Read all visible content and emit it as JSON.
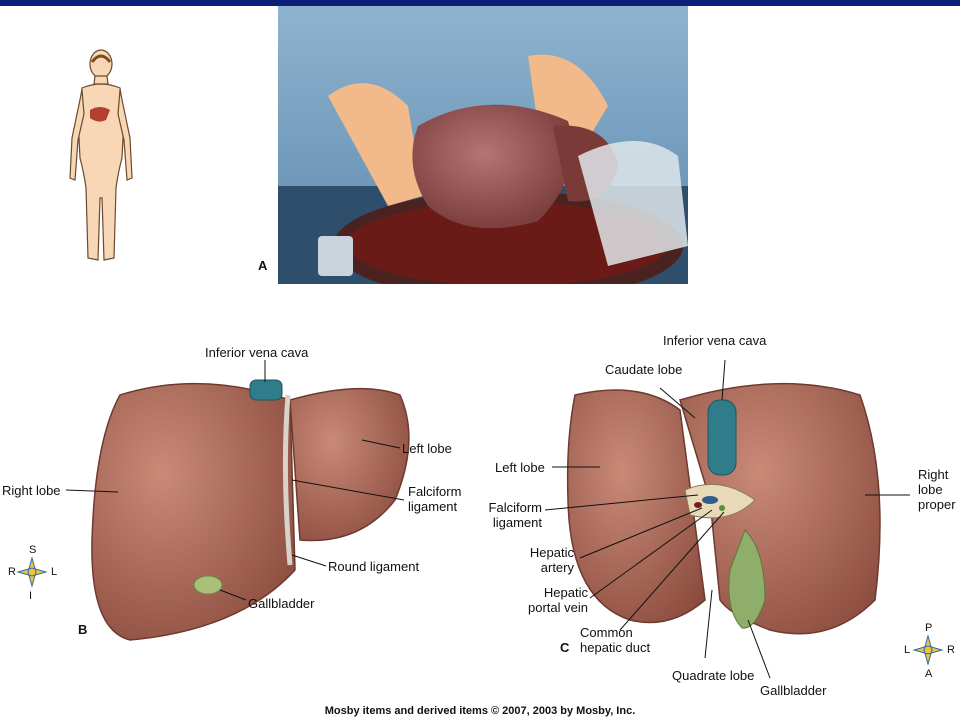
{
  "panels": {
    "a": "A",
    "b": "B",
    "c": "C"
  },
  "diagram_b": {
    "inferior_vena_cava": "Inferior vena cava",
    "left_lobe": "Left lobe",
    "right_lobe": "Right lobe",
    "falciform_ligament": "Falciform ligament",
    "round_ligament": "Round ligament",
    "gallbladder": "Gallbladder",
    "compass": {
      "top": "S",
      "bottom": "I",
      "left": "R",
      "right": "L"
    }
  },
  "diagram_c": {
    "inferior_vena_cava": "Inferior vena cava",
    "caudate_lobe": "Caudate lobe",
    "left_lobe": "Left lobe",
    "right_lobe_proper": "Right lobe proper",
    "falciform_ligament": "Falciform ligament",
    "hepatic_artery": "Hepatic artery",
    "hepatic_portal_vein": "Hepatic portal vein",
    "common_hepatic_duct": "Common hepatic duct",
    "quadrate_lobe": "Quadrate lobe",
    "gallbladder": "Gallbladder",
    "compass": {
      "top": "P",
      "bottom": "A",
      "left": "L",
      "right": "R"
    }
  },
  "credit": "Mosby items and derived items © 2007, 2003 by Mosby, Inc."
}
